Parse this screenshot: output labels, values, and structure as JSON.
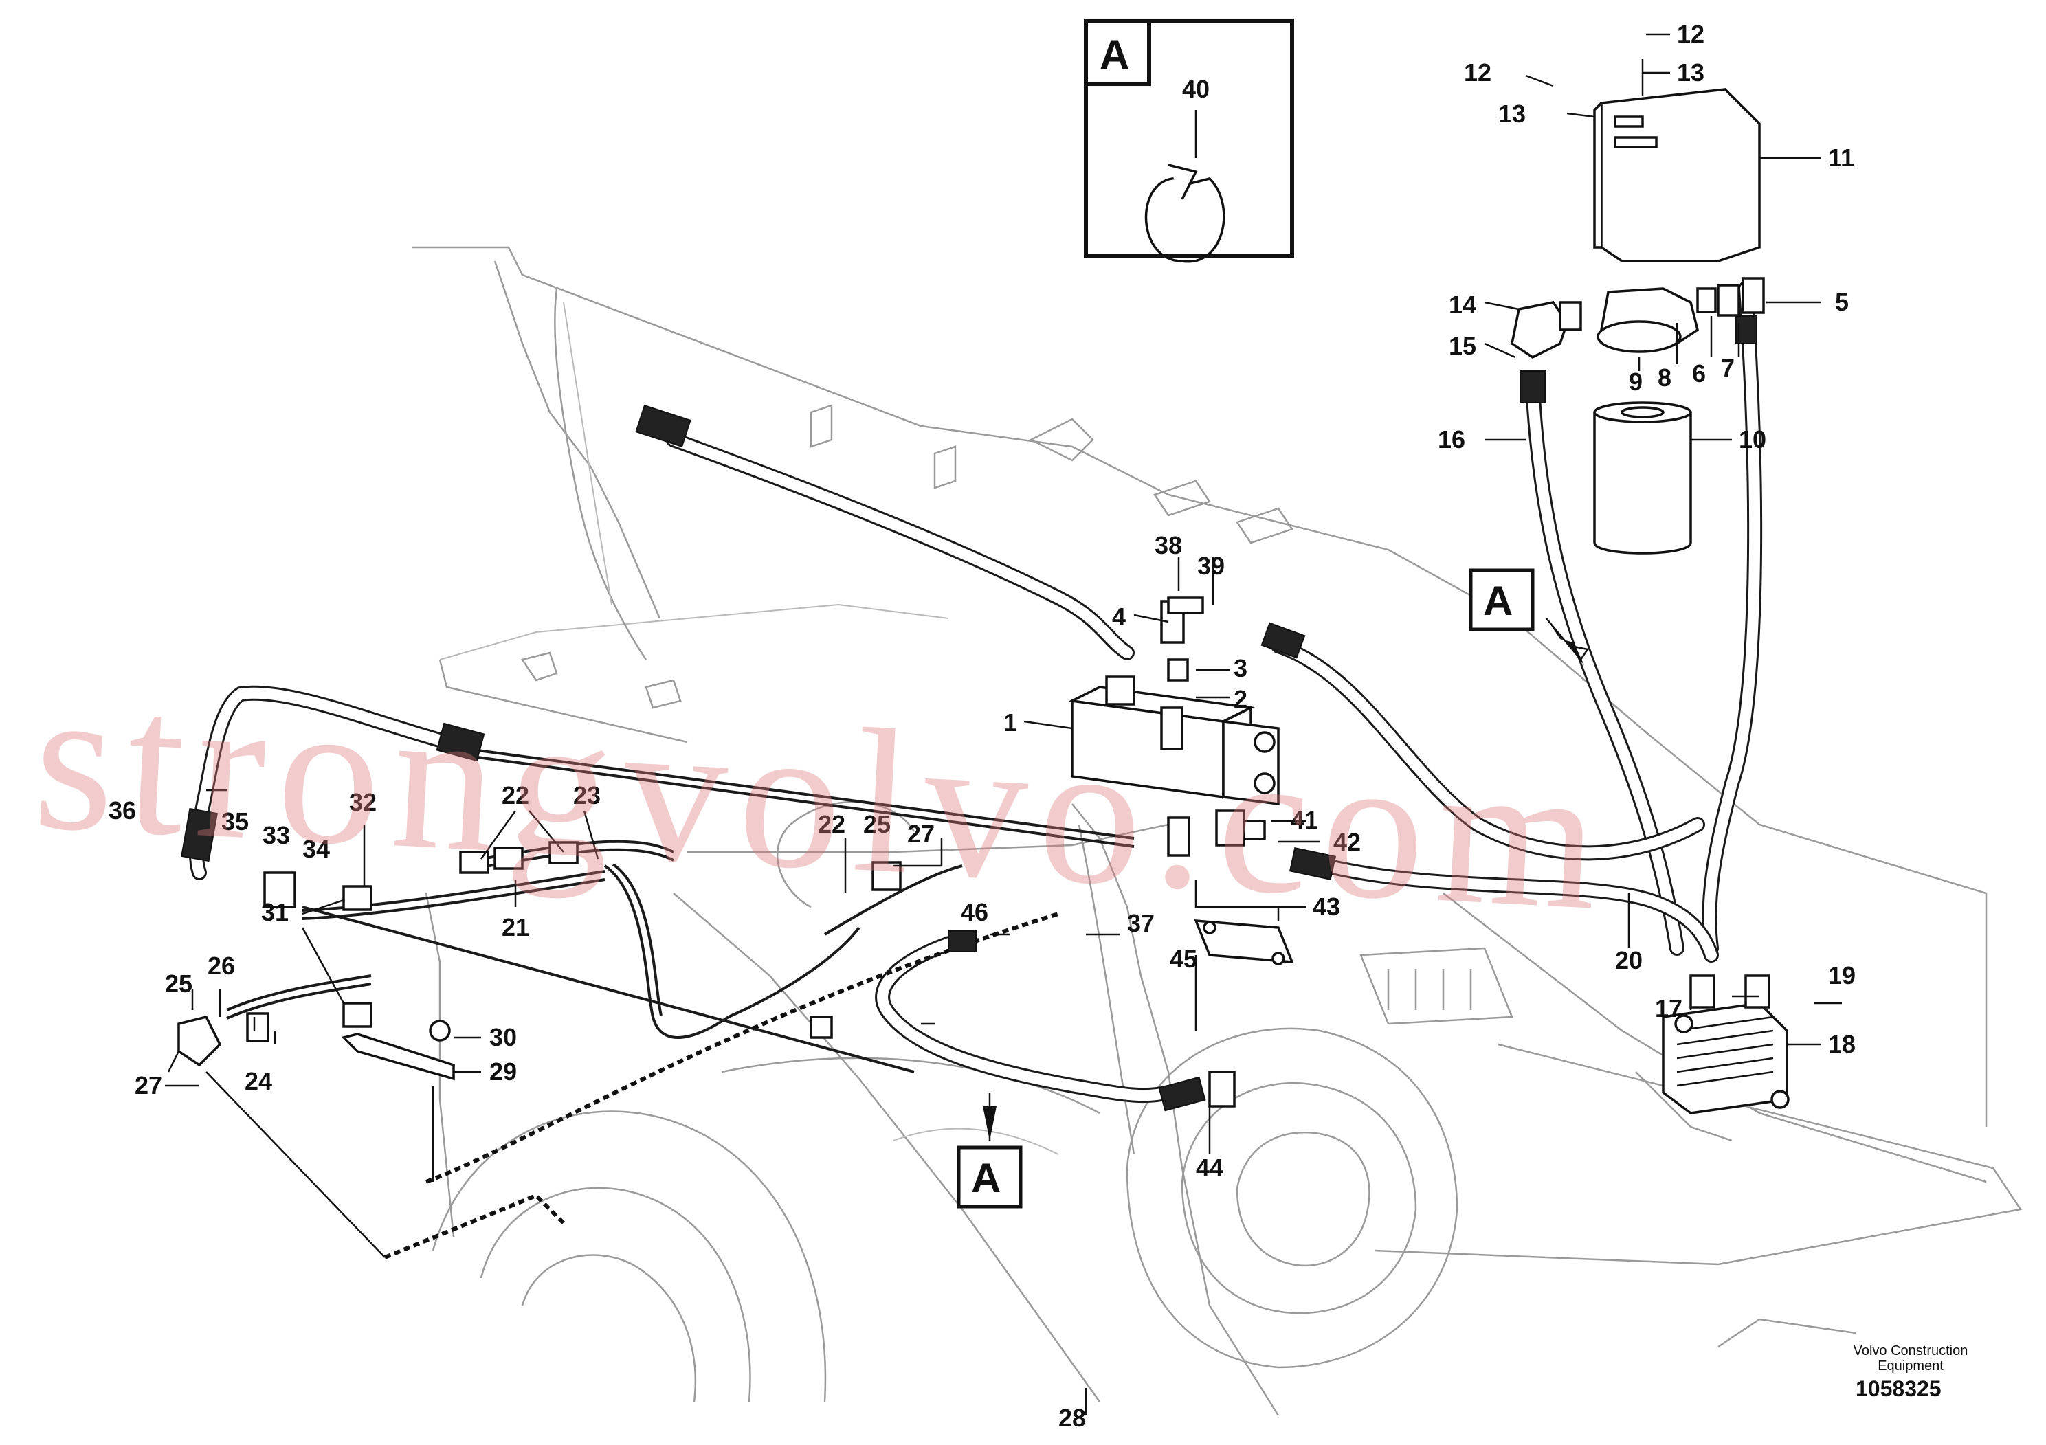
{
  "detail_view": {
    "letter": "A",
    "part": "40"
  },
  "view_markers": [
    "A",
    "A"
  ],
  "callouts": [
    "1",
    "2",
    "3",
    "4",
    "5",
    "6",
    "7",
    "8",
    "9",
    "10",
    "11",
    "12",
    "12",
    "13",
    "13",
    "14",
    "15",
    "16",
    "17",
    "18",
    "19",
    "20",
    "21",
    "22",
    "22",
    "23",
    "24",
    "25",
    "25",
    "26",
    "27",
    "27",
    "28",
    "29",
    "30",
    "31",
    "32",
    "33",
    "34",
    "35",
    "36",
    "37",
    "38",
    "39",
    "41",
    "42",
    "43",
    "44",
    "45",
    "46"
  ],
  "watermark": "strongvolvo.com",
  "footer": {
    "brand_line1": "Volvo Construction",
    "brand_line2": "Equipment",
    "drawing_number": "1058325"
  }
}
